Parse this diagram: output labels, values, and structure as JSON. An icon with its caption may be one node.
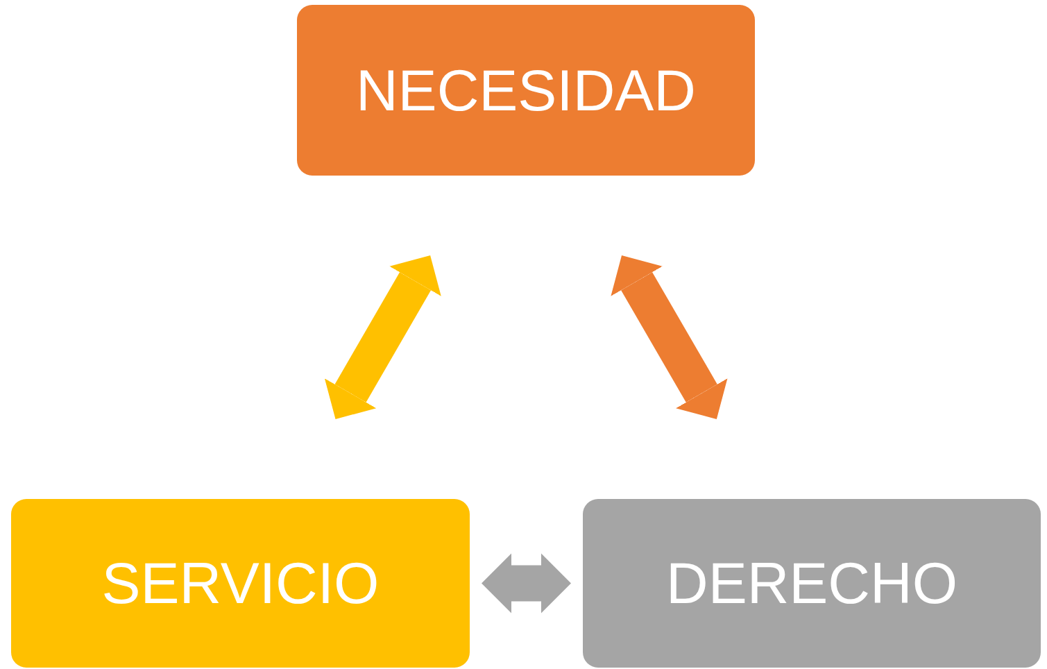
{
  "diagram": {
    "nodes": [
      {
        "text": [
          "NECESIDAD"
        ]
      },
      {
        "text": [
          "SERVICIO"
        ]
      },
      {
        "text": [
          "DERECHO"
        ]
      }
    ],
    "edges": [
      {
        "from": 0,
        "to": 1,
        "arrow": "both",
        "color": "#ffc000"
      },
      {
        "from": 0,
        "to": 2,
        "arrow": "both",
        "color": "#ed7d31"
      },
      {
        "from": 1,
        "to": 2,
        "arrow": "both",
        "color": "#a5a5a5"
      }
    ]
  }
}
